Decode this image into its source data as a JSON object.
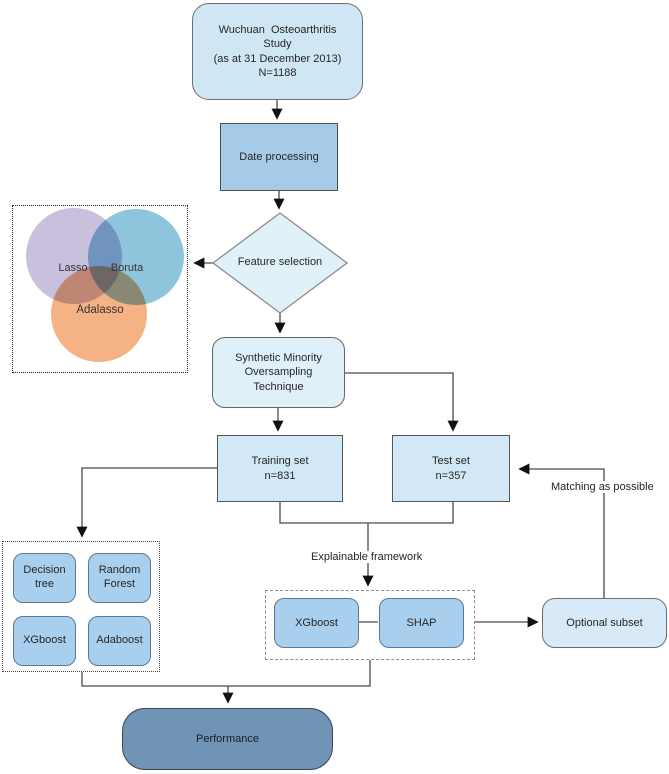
{
  "figure": {
    "type": "flowchart",
    "background": "#ffffff"
  },
  "colors": {
    "pale_blue_fill": "#cfe6f4",
    "mid_blue_fill": "#a6cbe8",
    "model_blue_fill": "#a9cfee",
    "very_pale_cyan_fill": "#dff0f8",
    "set_box_fill": "#d2e8f6",
    "optional_fill": "#d8eaf7",
    "performance_fill": "#6f94b5",
    "venn_purple": "#c9c0de",
    "venn_blue": "#8fc5dc",
    "venn_orange": "#f4b285",
    "line_color": "#4a4a4a"
  },
  "nodes": {
    "study": {
      "lines": [
        "Wuchuan  Osteoarthritis",
        "Study",
        "(as at 31 December 2013)",
        "N=1188"
      ]
    },
    "date_processing": {
      "label": "Date processing"
    },
    "feature_selection": {
      "label": "Feature selection"
    },
    "venn": {
      "circles": [
        {
          "label": "Lasso"
        },
        {
          "label": "Boruta"
        },
        {
          "label": "Adalasso"
        }
      ]
    },
    "smote": {
      "lines": [
        "Synthetic Minority",
        "Oversampling",
        "Technique"
      ]
    },
    "training_set": {
      "lines": [
        "Training set",
        "n=831"
      ]
    },
    "test_set": {
      "lines": [
        "Test set",
        "n=357"
      ]
    },
    "models": [
      {
        "label": "Decision tree"
      },
      {
        "label": "Random Forest"
      },
      {
        "label": "XGboost"
      },
      {
        "label": "Adaboost"
      }
    ],
    "explainable": [
      {
        "label": "XGboost"
      },
      {
        "label": "SHAP"
      }
    ],
    "optional_subset": {
      "label": "Optional subset"
    },
    "performance": {
      "label": "Performance"
    }
  },
  "labels": {
    "matching": "Matching as possible",
    "explainable_framework": "Explainable framework"
  },
  "edges": [
    {
      "from": "study",
      "to": "date_processing"
    },
    {
      "from": "date_processing",
      "to": "feature_selection"
    },
    {
      "from": "feature_selection",
      "to": "venn"
    },
    {
      "from": "feature_selection",
      "to": "smote"
    },
    {
      "from": "smote",
      "to": "training_set"
    },
    {
      "from": "smote",
      "to": "test_set"
    },
    {
      "from": "training_set",
      "to": "models"
    },
    {
      "from": "training_set",
      "to": "explainable"
    },
    {
      "from": "test_set",
      "to": "explainable"
    },
    {
      "from": "explainable",
      "to": "optional_subset"
    },
    {
      "from": "optional_subset",
      "to": "test_set",
      "label": "Matching as possible"
    },
    {
      "from": "models",
      "to": "performance"
    },
    {
      "from": "explainable",
      "to": "performance"
    }
  ]
}
